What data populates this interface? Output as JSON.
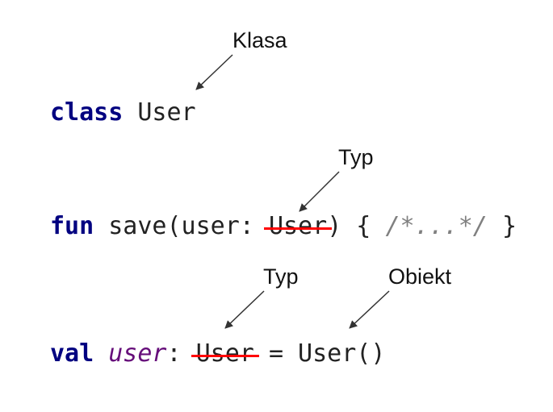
{
  "annotations": {
    "class_label": "Klasa",
    "param_type_label": "Typ",
    "val_type_label": "Typ",
    "object_label": "Obiekt"
  },
  "code": {
    "line1": {
      "keyword": "class",
      "name": "User"
    },
    "line2": {
      "keyword": "fun",
      "signature_start": "save(user: ",
      "param_type": "User",
      "signature_end": ") {",
      "comment": "/*...*/",
      "close_brace": "}"
    },
    "line3": {
      "keyword": "val",
      "var_name": "user",
      "colon": ":",
      "var_type": "User",
      "assignment": "= User()"
    }
  },
  "colors": {
    "keyword": "#000080",
    "identifier": "#660e7a",
    "comment": "#808080",
    "strike": "#ff0000",
    "arrow": "#333333"
  }
}
